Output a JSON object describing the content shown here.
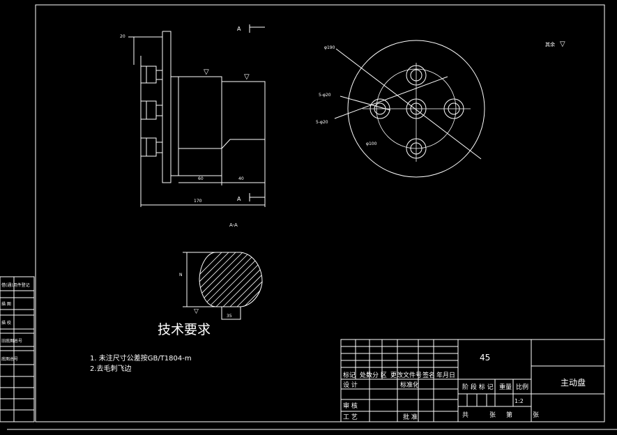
{
  "drawing": {
    "view_marker_top": "A",
    "view_marker_bottom": "A",
    "section_label": "A-A",
    "surface_finish_label": "其余",
    "roughness_mark": "▽",
    "dims": {
      "top_small": "20",
      "mid_left": "60",
      "mid_right": "40",
      "overall": "170",
      "hole_outer": "φ190",
      "hole_center_a": "5-φ20",
      "hole_center_b": "5-φ20",
      "pcd": "φ100",
      "key_height": "N",
      "key_width": "35"
    }
  },
  "tech_req": {
    "title": "技术要求",
    "items": [
      "1. 未注尺寸公差按GB/T1804-m",
      "2.去毛刺飞边"
    ]
  },
  "side_table": {
    "rows": [
      "借(通)用件登记",
      "描 图",
      "描 校",
      "旧底图总号",
      "底图总号"
    ]
  },
  "title_block": {
    "material": "45",
    "part_name": "主动盘",
    "scale": "1:2",
    "header": [
      "标记",
      "处数",
      "分 区",
      "更改文件号",
      "签名",
      "年月日"
    ],
    "design_label": "设 计",
    "standard_label": "标准化",
    "review_label": "审 核",
    "process_label": "工 艺",
    "approve_label": "批 准",
    "stage_label": "阶 段 标 记",
    "weight_label": "重量",
    "scale_label": "比例",
    "total_label": "共",
    "sheet_label": "张",
    "num_label": "第",
    "sheet_label2": "张"
  }
}
